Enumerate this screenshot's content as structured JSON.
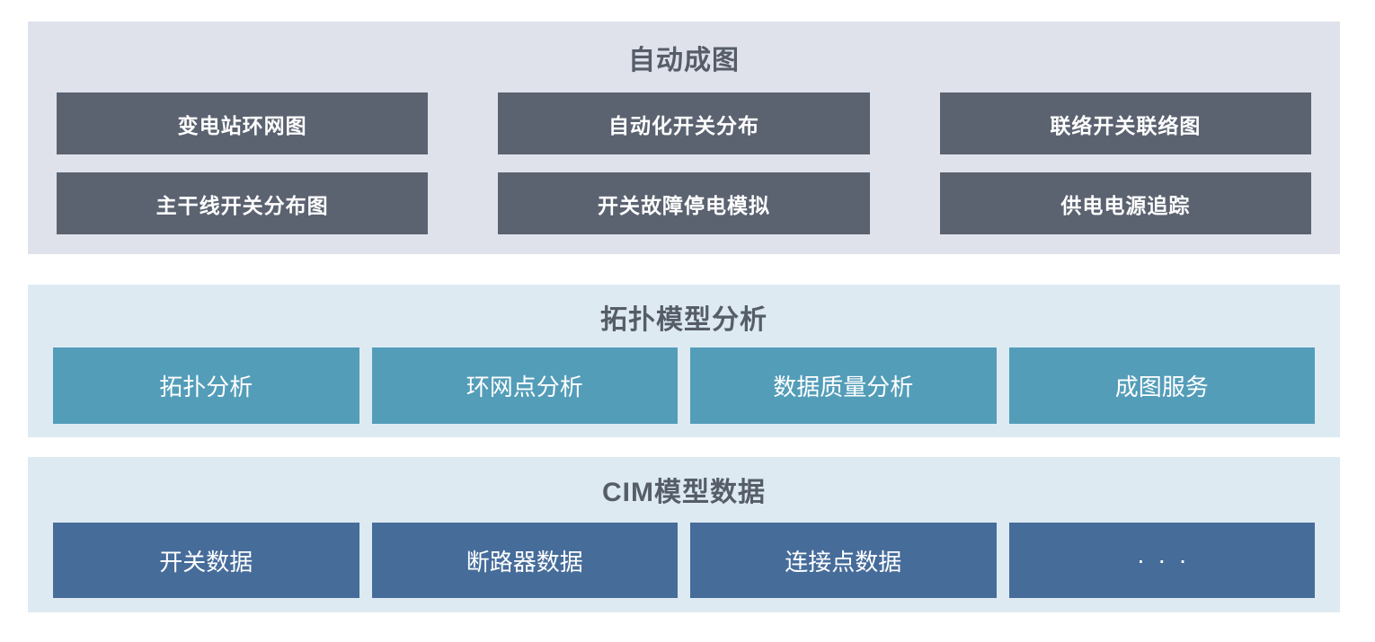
{
  "sections": [
    {
      "title": "自动成图",
      "items": [
        "变电站环网图",
        "自动化开关分布",
        "联络开关联络图",
        "主干线开关分布图",
        "开关故障停电模拟",
        "供电电源追踪"
      ]
    },
    {
      "title": "拓扑模型分析",
      "items": [
        "拓扑分析",
        "环网点分析",
        "数据质量分析",
        "成图服务"
      ]
    },
    {
      "title": "CIM模型数据",
      "items": [
        "开关数据",
        "断路器数据",
        "连接点数据",
        "···"
      ]
    }
  ],
  "colors": {
    "top_section_bg": "#dfe2eb",
    "light_blue_section_bg": "#ddeaf2",
    "slate_button": "#5b6270",
    "teal_button": "#539db9",
    "blue_button": "#466c9a",
    "title_text": "#565d68",
    "button_text": "#ffffff",
    "page_bg": "#ffffff"
  }
}
